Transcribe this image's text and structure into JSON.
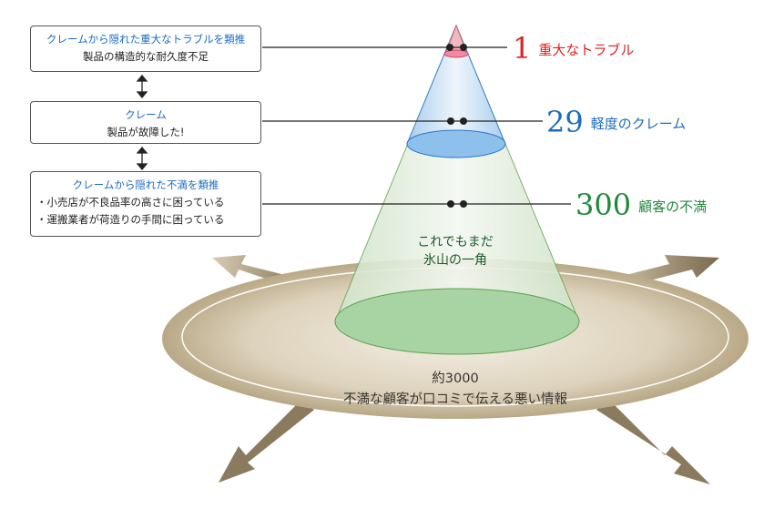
{
  "colors": {
    "red": "#e0201a",
    "blue": "#1a6cc0",
    "green": "#1f8a3a",
    "brown": "#8a7a5e"
  },
  "boxes": [
    {
      "title": "クレームから隠れた重大なトラブルを類推",
      "lines": [
        "製品の構造的な耐久度不足"
      ]
    },
    {
      "title": "クレーム",
      "lines": [
        "製品が故障した!"
      ]
    },
    {
      "title": "クレームから隠れた不満を類推",
      "lines": [
        "・小売店が不良品率の高さに困っている",
        "・運搬業者が荷造りの手間に困っている"
      ]
    }
  ],
  "levels": [
    {
      "number": "1",
      "label": "重大なトラブル"
    },
    {
      "number": "29",
      "label": "軽度のクレーム"
    },
    {
      "number": "300",
      "label": "顧客の不満"
    }
  ],
  "cone_caption": [
    "これでもまだ",
    "氷山の一角"
  ],
  "base": {
    "number": "約3000",
    "label": "不満な顧客が口コミで伝える悪い情報"
  }
}
